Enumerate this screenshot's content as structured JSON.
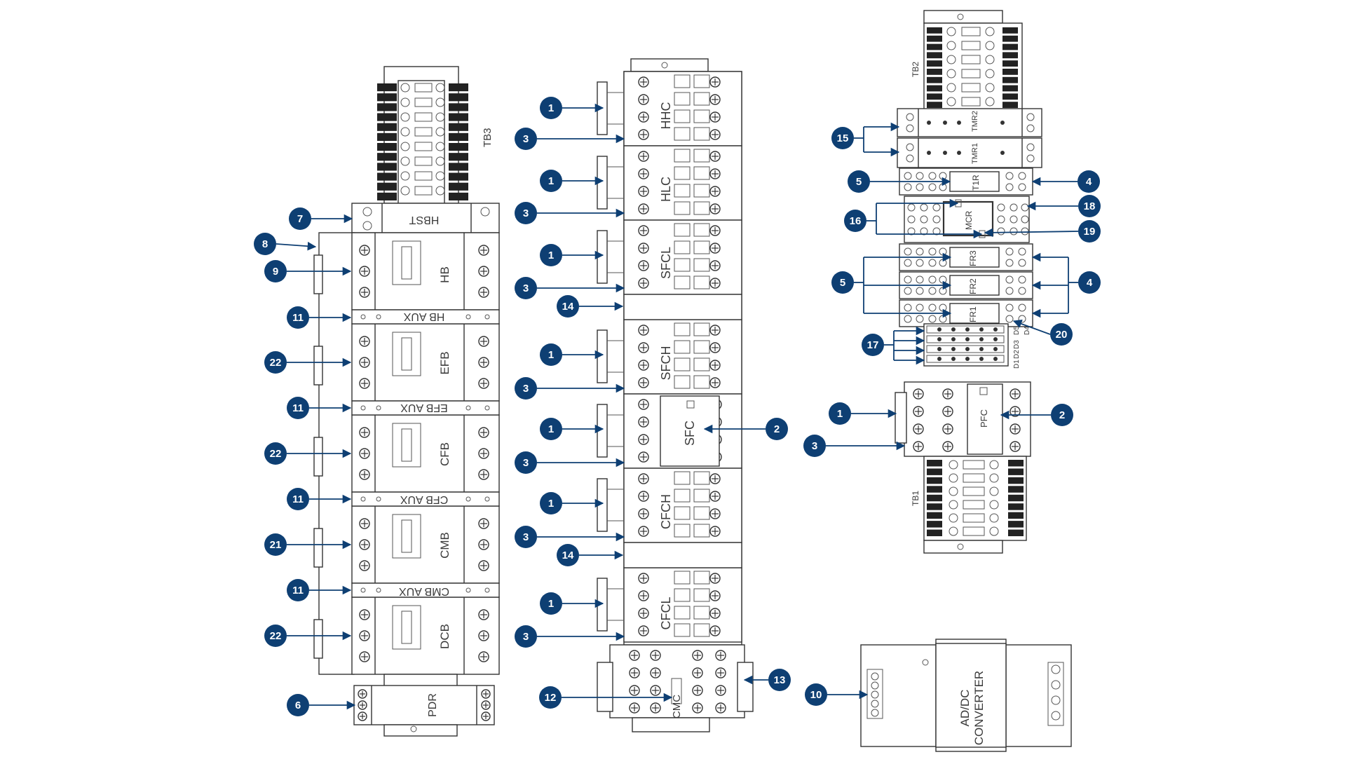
{
  "colors": {
    "callout": "#0e3f73",
    "line": "#333333"
  },
  "devices": {
    "tb3": "TB3",
    "hbst": "HBST",
    "hb": "HB",
    "hb_aux": "HB AUX",
    "efb": "EFB",
    "efb_aux": "EFB AUX",
    "cfb": "CFB",
    "cfb_aux": "CFB AUX",
    "cmb": "CMB",
    "cmb_aux": "CMB AUX",
    "dcb": "DCB",
    "pdr": "PDR",
    "hhc": "HHC",
    "hlc": "HLC",
    "sfcl": "SFCL",
    "sfch": "SFCH",
    "sfc": "SFC",
    "cfch": "CFCH",
    "cfcl": "CFCL",
    "cmc": "CMC",
    "tb2": "TB2",
    "tmr2": "TMR2",
    "tmr1": "TMR1",
    "t1r": "T1R",
    "mcr": "MCR",
    "fr3": "FR3",
    "fr2": "FR2",
    "fr1": "FR1",
    "d5": "D5",
    "d4": "D4",
    "d3": "D3",
    "d2": "D2",
    "d1": "D1",
    "pfc": "PFC",
    "tb1": "TB1",
    "converter_line1": "AD/DC",
    "converter_line2": "CONVERTER"
  },
  "callouts": {
    "c7": "7",
    "c8": "8",
    "c9": "9",
    "c11a": "11",
    "c22a": "22",
    "c11b": "11",
    "c22b": "22",
    "c11c": "11",
    "c21": "21",
    "c11d": "11",
    "c22c": "22",
    "c6": "6",
    "m1a": "1",
    "m3a": "3",
    "m1b": "1",
    "m3b": "3",
    "m1c": "1",
    "m3c": "3",
    "m14a": "14",
    "m1d": "1",
    "m3d": "3",
    "m1e": "1",
    "m2a": "2",
    "m3e": "3",
    "m1f": "1",
    "m3f": "3",
    "m14b": "14",
    "m1g": "1",
    "m3g": "3",
    "m12": "12",
    "m13": "13",
    "r15": "15",
    "r5a": "5",
    "r4a": "4",
    "r18": "18",
    "r16": "16",
    "r19": "19",
    "r5b": "5",
    "r4b": "4",
    "r17": "17",
    "r20": "20",
    "r1": "1",
    "r2": "2",
    "r3": "3",
    "r10": "10"
  }
}
